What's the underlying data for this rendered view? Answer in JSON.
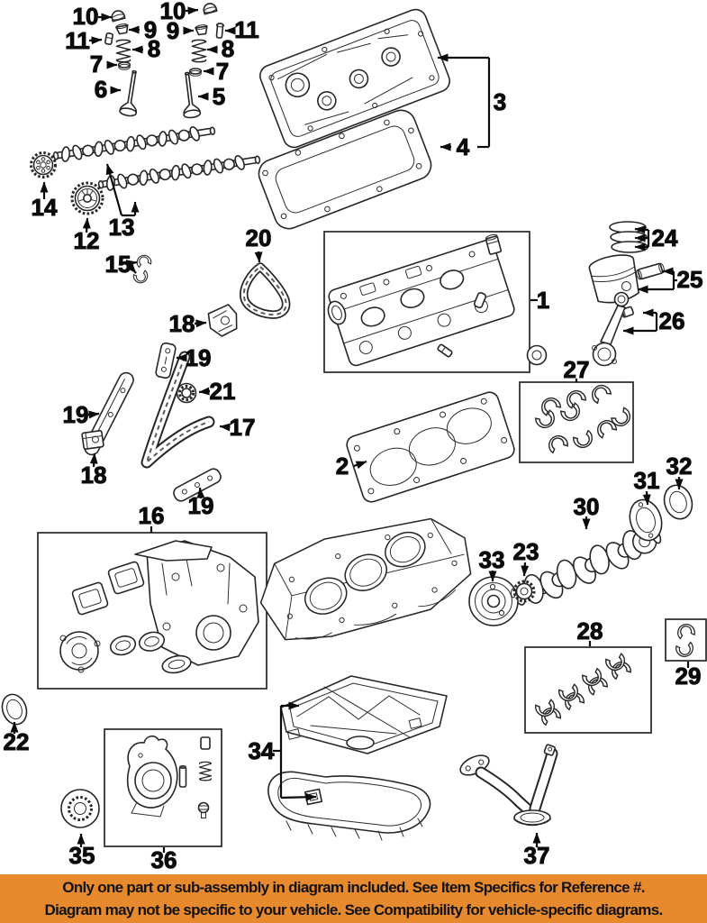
{
  "banner": {
    "line1": "Only one part or sub-assembly in diagram included. See Item Specifics for Reference #.",
    "line2": "Diagram may not be specific to your vehicle. See Compatibility for vehicle-specific diagrams.",
    "background": "#E78A2E",
    "text_color": "#121212"
  },
  "diagram": {
    "background": "#FFFFFF",
    "line_color": "#262626",
    "label_color": "#0B0B0B",
    "callouts": [
      {
        "id": "valve-cap-left",
        "number": "10"
      },
      {
        "id": "spring-retainer-left",
        "number": "9"
      },
      {
        "id": "valve-keeper-left",
        "number": "11"
      },
      {
        "id": "valve-spring-left",
        "number": "8"
      },
      {
        "id": "spring-seat-left",
        "number": "7"
      },
      {
        "id": "valve-left",
        "number": "6"
      },
      {
        "id": "valve-cap-right",
        "number": "10"
      },
      {
        "id": "spring-retainer-right",
        "number": "9"
      },
      {
        "id": "valve-guide-right",
        "number": "11"
      },
      {
        "id": "valve-spring-right",
        "number": "8"
      },
      {
        "id": "spring-seat-right",
        "number": "7"
      },
      {
        "id": "valve-right",
        "number": "5"
      },
      {
        "id": "valve-cover",
        "number": "3"
      },
      {
        "id": "valve-cover-gasket",
        "number": "4"
      },
      {
        "id": "cam-sprocket",
        "number": "14"
      },
      {
        "id": "cam-gear",
        "number": "12"
      },
      {
        "id": "camshafts",
        "number": "13"
      },
      {
        "id": "cam-bearings",
        "number": "15"
      },
      {
        "id": "small-timing-chain",
        "number": "20"
      },
      {
        "id": "chain-tensioner-upper",
        "number": "18"
      },
      {
        "id": "chain-guide-upper",
        "number": "19"
      },
      {
        "id": "seal",
        "number": "21"
      },
      {
        "id": "timing-chain",
        "number": "17"
      },
      {
        "id": "chain-guide-left",
        "number": "19"
      },
      {
        "id": "chain-tensioner-lower",
        "number": "18"
      },
      {
        "id": "chain-guide-lower",
        "number": "19"
      },
      {
        "id": "timing-cover-kit",
        "number": "16"
      },
      {
        "id": "cylinder-head",
        "number": "1"
      },
      {
        "id": "piston-rings",
        "number": "24"
      },
      {
        "id": "piston-and-pin",
        "number": "25"
      },
      {
        "id": "connecting-rod",
        "number": "26"
      },
      {
        "id": "rod-bearings",
        "number": "27"
      },
      {
        "id": "head-gasket",
        "number": "2"
      },
      {
        "id": "crankshaft",
        "number": "30"
      },
      {
        "id": "retainer-plate",
        "number": "31"
      },
      {
        "id": "rear-main-seal",
        "number": "32"
      },
      {
        "id": "crank-pulley",
        "number": "33"
      },
      {
        "id": "crank-gear",
        "number": "23"
      },
      {
        "id": "main-bearings",
        "number": "28"
      },
      {
        "id": "thrust-washers",
        "number": "29"
      },
      {
        "id": "front-seal",
        "number": "22"
      },
      {
        "id": "oil-pump-rotor",
        "number": "35"
      },
      {
        "id": "oil-pump",
        "number": "36"
      },
      {
        "id": "oil-pan",
        "number": "34"
      },
      {
        "id": "oil-pickup-tube",
        "number": "37"
      }
    ]
  }
}
